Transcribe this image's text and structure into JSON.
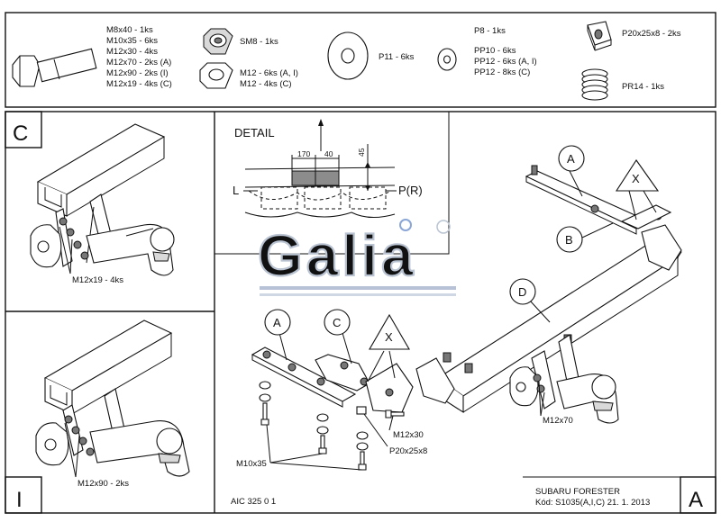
{
  "parts_list": {
    "bolts": [
      "M8x40 - 1ks",
      "M10x35 - 6ks",
      "M12x30 - 4ks",
      "M12x70 - 2ks (A)",
      "M12x90 - 2ks (I)",
      "M12x19 - 4ks (C)"
    ],
    "nut_sm8": "SM8 - 1ks",
    "nuts_m12": [
      "M12 - 6ks (A, I)",
      "M12 - 4ks (C)"
    ],
    "washer_p11": "P11 - 6ks",
    "washers_pp": [
      "P8 - 1ks",
      "PP10 - 6ks",
      "PP12 - 6ks (A, I)",
      "PP12 - 8ks (C)"
    ],
    "plate": "P20x25x8 - 2ks",
    "spring": "PR14 - 1ks"
  },
  "panel_c": {
    "letter": "C",
    "bolt_label": "M12x19 - 4ks"
  },
  "panel_i": {
    "letter": "I",
    "bolt_label": "M12x90 - 2ks"
  },
  "detail": {
    "title": "DETAIL",
    "dim_170": "170",
    "dim_40": "40",
    "dim_45": "45",
    "left": "L",
    "right": "P(R)"
  },
  "logo": "Galia",
  "main": {
    "callout_a_top": "A",
    "callout_b": "B",
    "callout_x_top": "X",
    "callout_d": "D",
    "callout_a_left": "A",
    "callout_c": "C",
    "callout_x_mid": "X",
    "label_m12x70": "M12x70",
    "label_m12x30": "M12x30",
    "label_p20": "P20x25x8",
    "label_m10x35": "M10x35",
    "drawing_no": "AIC 325 0 1",
    "vehicle": "SUBARU FORESTER",
    "code": "Kód: S1035(A,I,C)  21. 1. 2013",
    "letter": "A"
  }
}
